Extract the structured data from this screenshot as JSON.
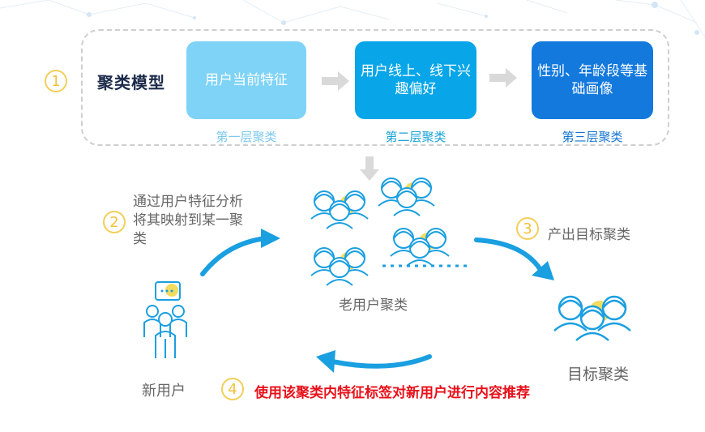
{
  "model": {
    "step_number": "1",
    "label": "聚类模型",
    "layers": [
      {
        "box_text": "用户当前特征",
        "caption": "第一层聚类",
        "color": "#7ed3f7"
      },
      {
        "box_text": "用户线上、线下兴趣偏好",
        "caption": "第二层聚类",
        "color": "#08a6e8"
      },
      {
        "box_text": "性别、年龄段等基础画像",
        "caption": "第三层聚类",
        "color": "#1379dd"
      }
    ]
  },
  "flow": {
    "step2": {
      "number": "2",
      "text": "通过用户特征分析将其映射到某一聚类"
    },
    "step3": {
      "number": "3",
      "text": "产出目标聚类"
    },
    "step4": {
      "number": "4",
      "text": "使用该聚类内特征标签对新用户进行内容推荐"
    },
    "old_users_label": "老用户聚类",
    "target_label": "目标聚类",
    "new_user_label": "新用户"
  },
  "colors": {
    "accent_blue": "#1a9fe0",
    "step_yellow": "#f3cf5a",
    "highlight_red": "#e8101a",
    "arrow_gray": "#d9d9d9"
  },
  "icons": [
    "user-group-icon",
    "new-user-icon",
    "arrow-right-icon",
    "arrow-down-icon",
    "curved-arrow-icon"
  ]
}
